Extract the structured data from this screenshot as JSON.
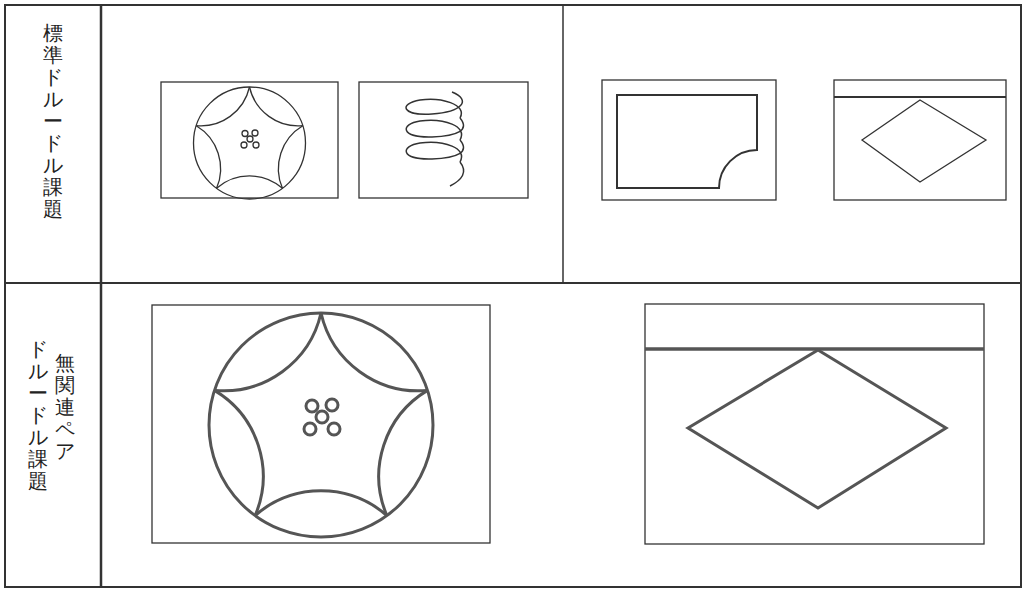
{
  "diagram": {
    "labels": [
      "標準ドルードル課題",
      "無関連ペア",
      "ドルードル課題"
    ]
  }
}
